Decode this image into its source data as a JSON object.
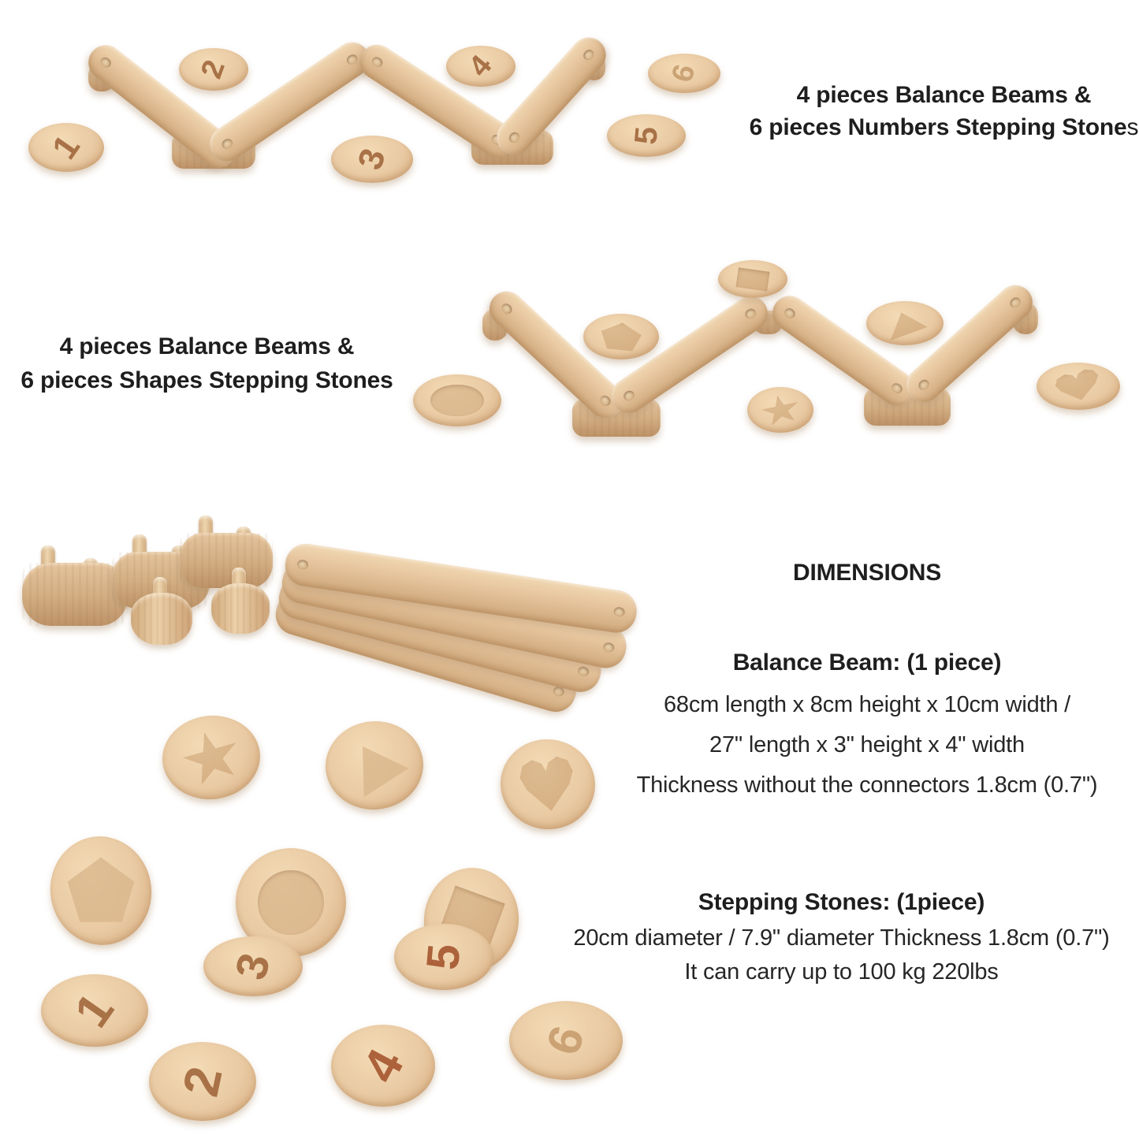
{
  "headings": {
    "numbers_set": {
      "line1": "4 pieces Balance Beams &",
      "line2_bold": "6 pieces Numbers Stepping Stone",
      "line2_tail": "s"
    },
    "shapes_set": {
      "line1": "4 pieces Balance Beams &",
      "line2": "6 pieces Shapes Stepping Stones"
    }
  },
  "dimensions": {
    "title": "DIMENSIONS",
    "beam": {
      "heading": "Balance Beam: (1 piece)",
      "l1": "68cm length x 8cm height x 10cm width /",
      "l2": "27\" length x 3\" height x 4\" width",
      "l3": "Thickness without the connectors 1.8cm (0.7\")"
    },
    "stones": {
      "heading": "Stepping Stones: (1piece)",
      "l1": "20cm diameter / 7.9\" diameter Thickness 1.8cm (0.7\")",
      "l2": "It can carry up to 100 kg 220lbs"
    }
  },
  "stones_numbers": [
    "1",
    "2",
    "3",
    "4",
    "5",
    "6"
  ],
  "stones_shapes": [
    "star",
    "triangle",
    "heart",
    "pentagon",
    "circle",
    "square"
  ],
  "colors": {
    "wood_face": "#e9caa3",
    "wood_side": "#cfa87c",
    "engraving_brown": "#9c5c2f",
    "text": "#1e1e1e",
    "background": "#ffffff"
  }
}
